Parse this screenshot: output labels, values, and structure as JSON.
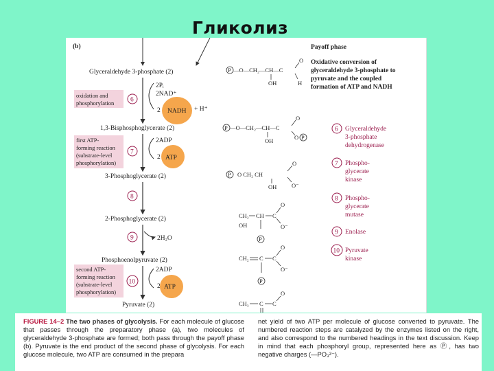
{
  "slide_title": "Гликолиз",
  "figure": {
    "panel_label": "(b)",
    "phase_title": "Payoff phase",
    "phase_desc": [
      "Oxidative conversion of",
      "glyceraldehyde 3-phosphate to",
      "pyruvate and the coupled",
      "formation of ATP and NADH"
    ],
    "metabolites": {
      "g3p": "Glyceraldehyde 3-phosphate (2)",
      "bpg": "1,3-Bisphosphoglycerate (2)",
      "pg3": "3-Phosphoglycerate (2)",
      "pg2": "2-Phosphoglycerate (2)",
      "pep": "Phosphoenolpyruvate (2)",
      "pyr": "Pyruvate (2)"
    },
    "step6_inputs": [
      "2Pᵢ",
      "2NAD⁺"
    ],
    "step6_out_prefix": "2",
    "nadh": "NADH",
    "h_plus": "+ H⁺",
    "step7_input": "2ADP",
    "atp": "ATP",
    "atp_prefix": "2",
    "step9_out": "2H₂O",
    "step10_input": "2ADP",
    "notes": {
      "ox": [
        "oxidation and",
        "phosphorylation"
      ],
      "atp1": [
        "first ATP-",
        "forming reaction",
        "(substrate-level",
        "phosphorylation)"
      ],
      "atp2": [
        "second ATP-",
        "forming reaction",
        "(substrate-level",
        "phosphorylation)"
      ]
    },
    "steps": [
      "6",
      "7",
      "8",
      "9",
      "10"
    ],
    "enzymes": [
      {
        "num": "6",
        "lines": [
          "Glyceraldehyde",
          "3-phosphate",
          "dehydrogenase"
        ]
      },
      {
        "num": "7",
        "lines": [
          "Phospho-",
          "glycerate",
          "kinase"
        ]
      },
      {
        "num": "8",
        "lines": [
          "Phospho-",
          "glycerate",
          "mutase"
        ]
      },
      {
        "num": "9",
        "lines": [
          "Enolase"
        ]
      },
      {
        "num": "10",
        "lines": [
          "Pyruvate",
          "kinase"
        ]
      }
    ],
    "chem": {
      "p": "P",
      "o": "O",
      "oh": "OH",
      "h": "H",
      "c": "C",
      "ch": "CH",
      "ch2": "CH₂",
      "ch3": "CH₃",
      "ominus": "O⁻",
      "r1_line": "—O—CH₂—CH—C",
      "r3_line": "O   CH₂  CH"
    }
  },
  "caption": {
    "fig_label": "FIGURE 14–2",
    "lead": "The two phases of glycolysis.",
    "left_text": "For each molecule of glucose that passes through the preparatory phase (a), two molecules of glyceraldehyde 3-phosphate are formed; both pass through the payoff phase (b). Pyruvate is the end product of the second phase of glycolysis. For each glucose molecule, two ATP are consumed in the prepara",
    "right_text": "net yield of two ATP per molecule of glucose converted to pyruvate. The numbered reaction steps are catalyzed by the enzymes listed on the right, and also correspond to the numbered headings in the text discussion. Keep in mind that each phosphoryl group, represented here as Ⓟ, has two negative charges (—PO₃²⁻)."
  },
  "colors": {
    "background": "#7ff5c9",
    "note_box": "#f3d3dd",
    "orange_ellipse": "#f5a64c",
    "enzyme_text": "#9b1e4e",
    "figure_label": "#b8173f"
  }
}
